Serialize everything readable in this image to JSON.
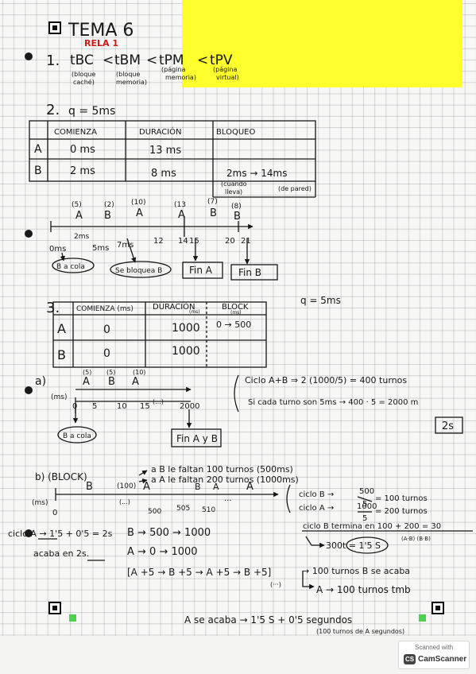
{
  "title": {
    "main": "TEMA 6",
    "subtitle": "RELA 1"
  },
  "q1": {
    "number": "1.",
    "inequality": [
      "tBC",
      "<",
      "tBM",
      "<",
      "tPM",
      "<",
      "tPV"
    ],
    "notes": [
      "(bloque",
      "caché)",
      "(bloque",
      "memoria)",
      "(página",
      "memoria)",
      "(página",
      "virtual)"
    ]
  },
  "q2": {
    "number": "2.",
    "quantum": "q = 5ms",
    "headers": [
      "COMIENZA",
      "DURACIÓN",
      "BLOQUEO"
    ],
    "rows": [
      {
        "proc": "A",
        "start": "0 ms",
        "dur": "13 ms",
        "block": ""
      },
      {
        "proc": "B",
        "start": "2 ms",
        "dur": "8 ms",
        "block": "2ms → 14ms"
      }
    ],
    "block_notes": [
      "(cuando",
      "lleva)",
      "(de pared)"
    ],
    "timeline_procs": [
      "A",
      "B",
      "A",
      "A",
      "B",
      "B"
    ],
    "timeline_rem": [
      "(5)",
      "(2)",
      "(10)",
      "(13",
      "(7)",
      "(8)"
    ],
    "timeline_ticks": [
      "0ms",
      "2ms",
      "5ms",
      "7ms",
      "12",
      "14",
      "15",
      "20",
      "21"
    ],
    "events": [
      "B a cola",
      "Se bloquea B",
      "Fin A",
      "Fin B"
    ]
  },
  "q3": {
    "number": "3.",
    "quantum": "q = 5ms",
    "headers": [
      "COMIENZA (ms)",
      "DURACIÓN",
      "(ms)",
      "BLOCK",
      "(ms)"
    ],
    "rows": [
      {
        "proc": "A",
        "start": "0",
        "dur": "1000",
        "block": "0 → 500"
      },
      {
        "proc": "B",
        "start": "0",
        "dur": "1000",
        "block": ""
      }
    ],
    "a": {
      "label": "a)",
      "unit": "(ms)",
      "rem": [
        "(5)",
        "(5)",
        "(10)"
      ],
      "procs": [
        "A",
        "B",
        "A"
      ],
      "ticks": [
        "0",
        "5",
        "10",
        "15",
        "(...)",
        "2000"
      ],
      "events": [
        "B a cola",
        "Fin A y B"
      ],
      "calc1": "Ciclo A+B ⇒ 2 (1000/5) = 400 turnos",
      "calc2": "Si cada turno son 5ms → 400 · 5 = 2000 m",
      "result": "2s"
    },
    "b": {
      "label": "b) (BLOCK)",
      "notes": [
        "a B le faltan 100 turnos (500ms)",
        "a A le faltan 200 turnos (1000ms)"
      ],
      "unit": "(ms)",
      "procs": [
        "B",
        "A",
        "B",
        "A",
        "A"
      ],
      "rem": "(100)",
      "ticks": [
        "0",
        "(...)",
        "500",
        "505",
        "510",
        "..."
      ],
      "cycle_b": [
        "ciclo B →",
        "500",
        "5",
        "= 100 turnos"
      ],
      "cycle_a": [
        "ciclo A →",
        "1000",
        "5",
        "= 200 turnos"
      ],
      "b_ends": "ciclo B termina en 100 + 200 = 30",
      "b_ends_sub": "(A·B) (B·B)",
      "result_b": "300t = 1'5 S",
      "ciclo_a_left": [
        "ciclo A → 1'5 + 0'5 = 2s",
        "acaba en 2s."
      ],
      "flow": [
        "B → 500 → 1000",
        "A → 0 → 1000",
        "[A +5 → B +5 → A +5 → B +5]",
        "(···)"
      ],
      "flow_notes": [
        "→ 100 turnos  B se acaba",
        "A → 100 turnos tmb"
      ],
      "final": "A se acaba → 1'5 S + 0'5 segundos",
      "final_sub": "(100 turnos de A  segundos)"
    }
  },
  "scanner": {
    "top": "Scanned with",
    "logo": "CS",
    "name": "CamScanner"
  }
}
